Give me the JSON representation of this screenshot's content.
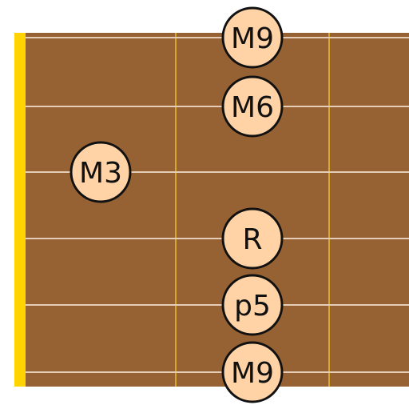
{
  "colors": {
    "background": "#ffffff",
    "fretboard": "#976233",
    "nut": "#ffd400",
    "fret": "#d6a72e",
    "string": "#e6cdb8",
    "marker_fill": "#ffd3a6",
    "marker_stroke": "#111111",
    "marker_text": "#111111"
  },
  "fretboard": {
    "string_count": 6,
    "visible_frets": 3
  },
  "markers": [
    {
      "label": "M9",
      "string": 1,
      "fret": 2
    },
    {
      "label": "M6",
      "string": 2,
      "fret": 2
    },
    {
      "label": "M3",
      "string": 3,
      "fret": 1
    },
    {
      "label": "R",
      "string": 4,
      "fret": 2
    },
    {
      "label": "p5",
      "string": 5,
      "fret": 2
    },
    {
      "label": "M9",
      "string": 6,
      "fret": 2
    }
  ]
}
